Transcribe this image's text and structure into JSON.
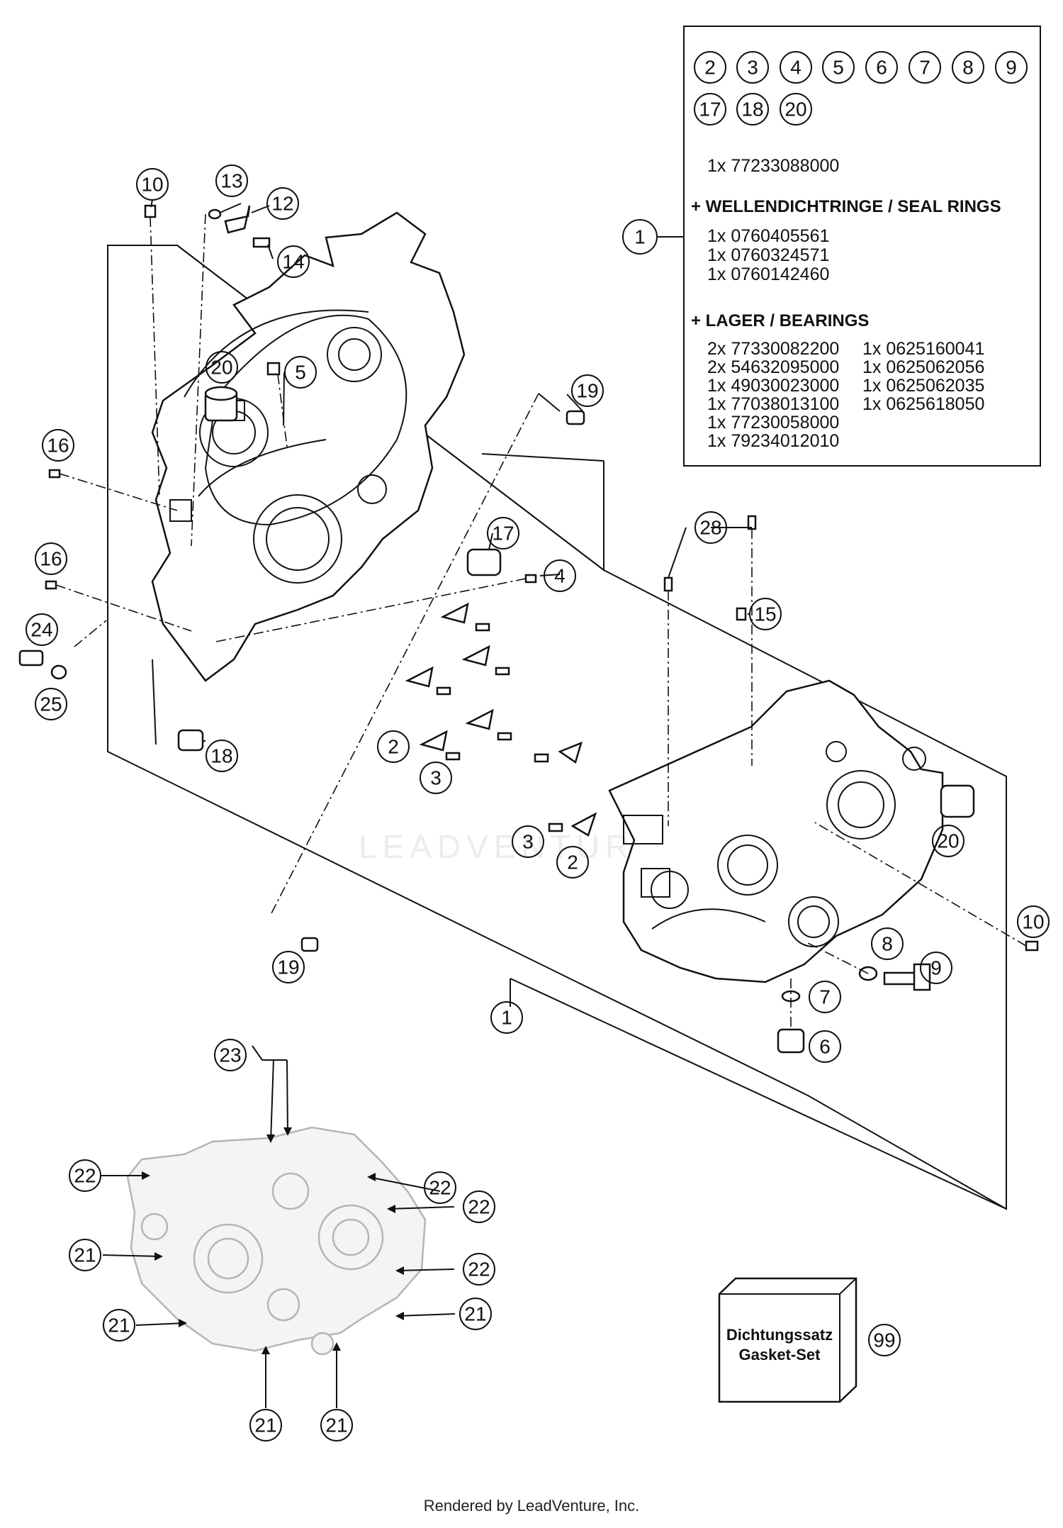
{
  "kit_box": {
    "parts_row1": [
      "2",
      "3",
      "4",
      "5",
      "6",
      "7",
      "8",
      "9"
    ],
    "parts_row2": [
      "17",
      "18",
      "20"
    ],
    "main_part": "1x 77233088000",
    "seal_header": "+ WELLENDICHTRINGE / SEAL RINGS",
    "seals": [
      "1x 0760405561",
      "1x 0760324571",
      "1x 0760142460"
    ],
    "bearing_header": "+ LAGER / BEARINGS",
    "bearings_left": [
      "2x 77330082200",
      "2x 54632095000",
      "1x 49030023000",
      "1x 77038013100",
      "1x 77230058000",
      "1x 79234012010"
    ],
    "bearings_right": [
      "1x 0625160041",
      "1x 0625062056",
      "1x 0625062035",
      "1x 0625618050"
    ],
    "callout": "1"
  },
  "callouts": {
    "c10a": "10",
    "c13": "13",
    "c12": "12",
    "c14": "14",
    "c20a": "20",
    "c5": "5",
    "c19a": "19",
    "c16a": "16",
    "c16b": "16",
    "c17": "17",
    "c4": "4",
    "c24": "24",
    "c25": "25",
    "c18": "18",
    "c2a": "2",
    "c3a": "3",
    "c28": "28",
    "c15": "15",
    "c20b": "20",
    "c3b": "3",
    "c2b": "2",
    "c10b": "10",
    "c19b": "19",
    "c8": "8",
    "c9": "9",
    "c7": "7",
    "c6": "6",
    "c1": "1",
    "c23": "23",
    "c22a": "22",
    "c22b": "22",
    "c22c": "22",
    "c22d": "22",
    "c21a": "21",
    "c21b": "21",
    "c21c": "21",
    "c21d": "21",
    "c21e": "21",
    "c99": "99"
  },
  "gasket_box": {
    "line1": "Dichtungssatz",
    "line2": "Gasket-Set"
  },
  "watermark": "LEADVENTURE",
  "footer": "Rendered by LeadVenture, Inc."
}
